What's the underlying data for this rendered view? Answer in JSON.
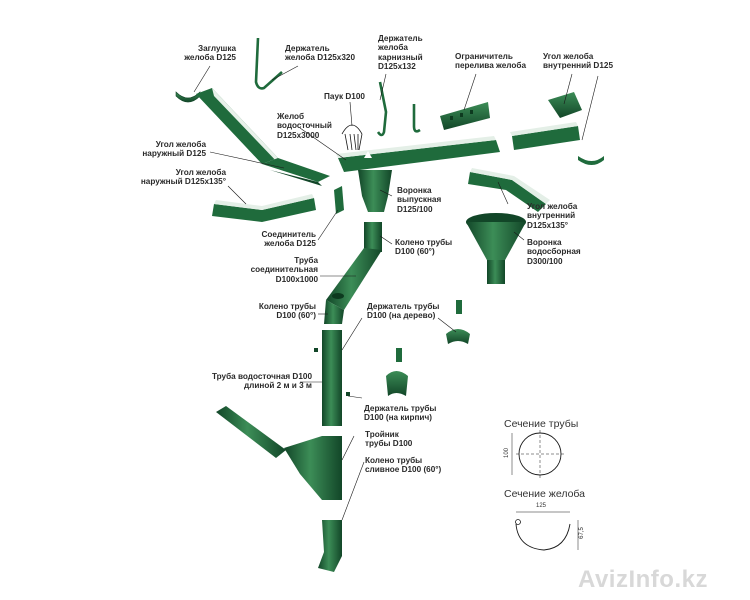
{
  "colors": {
    "green": "#1f6b3c",
    "green_dark": "#124628",
    "green_light": "#3c8d57",
    "line": "#1a1a1a"
  },
  "labels": {
    "zaglushka": "Заглушка\nжелоба D125",
    "derzhatel_320": "Держатель\nжелоба D125х320",
    "derzhatel_karniz": "Держатель\nжелоба\nкарнизный\nD125х132",
    "ogranichitel": "Ограничитель\nперелива желоба",
    "ugol_vnutr": "Угол желоба\nвнутренний D125",
    "pauk": "Паук D100",
    "zhelob": "Желоб\nводосточный\nD125х3000",
    "ugol_naruzh": "Угол желоба\nнаружный D125",
    "ugol_naruzh135": "Угол желоба\nнаружный D125х135°",
    "voronka_vyp": "Воронка\nвыпускная\nD125/100",
    "ugol_vnutr135": "Угол желоба\nвнутренний\nD125х135°",
    "soedinitel": "Соединитель\nжелоба D125",
    "koleno_top": "Колено трубы\nD100 (60°)",
    "voronka_vodosb": "Воронка\nводосборная\nD300/100",
    "truba_soed": "Труба\nсоединительная\nD100х1000",
    "koleno_mid": "Колено трубы\nD100 (60°)",
    "derzh_derevo": "Держатель трубы\nD100 (на дерево)",
    "truba_vodost": "Труба водосточная D100\nдлиной 2 м и 3 м",
    "derzh_kirpich": "Держатель трубы\nD100 (на кирпич)",
    "troinik": "Тройник\nтрубы D100",
    "koleno_sliv": "Колено трубы\nсливное D100 (60°)"
  },
  "sections": {
    "pipe_title": "Сечение трубы",
    "pipe_dim": "100",
    "gutter_title": "Сечение желоба",
    "gutter_width": "125",
    "gutter_depth": "67,5"
  },
  "watermark": "AvizInfo.kz"
}
